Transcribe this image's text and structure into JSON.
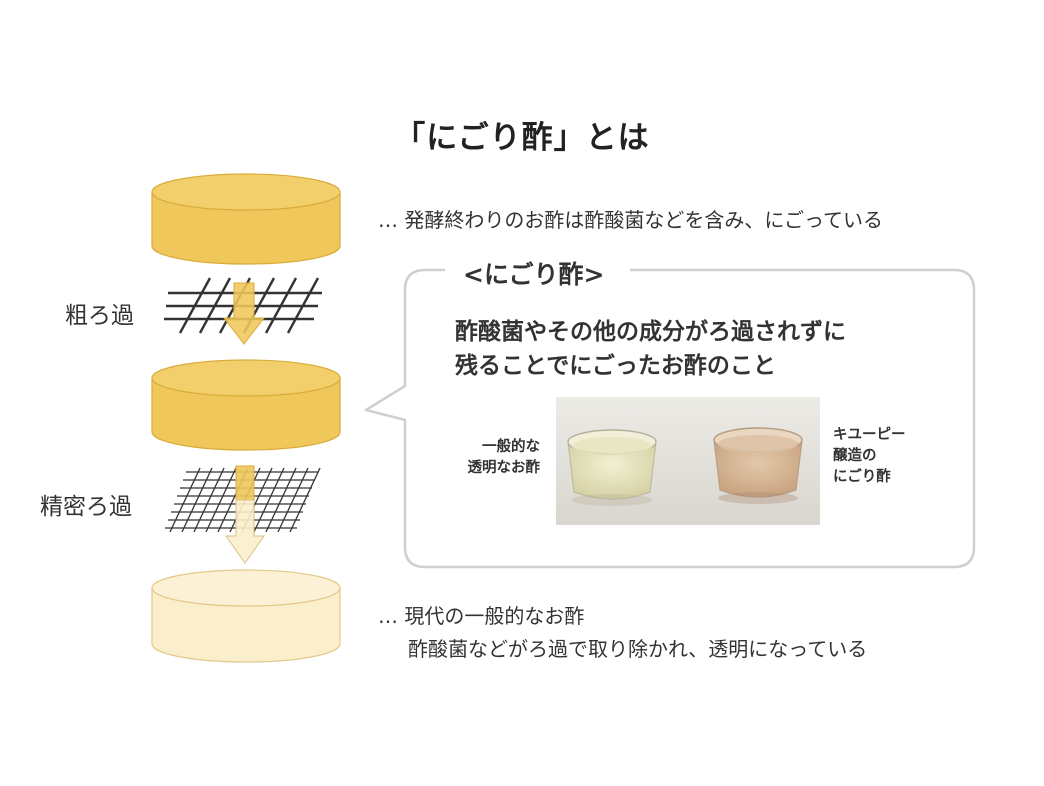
{
  "title": "「にごり酢」とは",
  "top_note": "… 発酵終わりのお酢は酢酸菌などを含み、にごっている",
  "coarse_filter_label": "粗ろ過",
  "fine_filter_label": "精密ろ過",
  "callout": {
    "title": "<にごり酢>",
    "line1": "酢酸菌やその他の成分がろ過されずに",
    "line2": "残ることでにごったお酢のこと",
    "left_caption": [
      "一般的な",
      "透明なお酢"
    ],
    "right_caption": [
      "キユーピー",
      "醸造の",
      "にごり酢"
    ]
  },
  "bottom_note": {
    "line1": "… 現代の一般的なお酢",
    "line2": "酢酸菌などがろ過で取り除かれ、透明になっている"
  },
  "colors": {
    "cylinder_dark": "#f0c75a",
    "cylinder_light": "#fbeecb",
    "arrow_dark": "#f0c75a",
    "arrow_light": "#fbeecb",
    "callout_border": "#cfcfcf"
  }
}
